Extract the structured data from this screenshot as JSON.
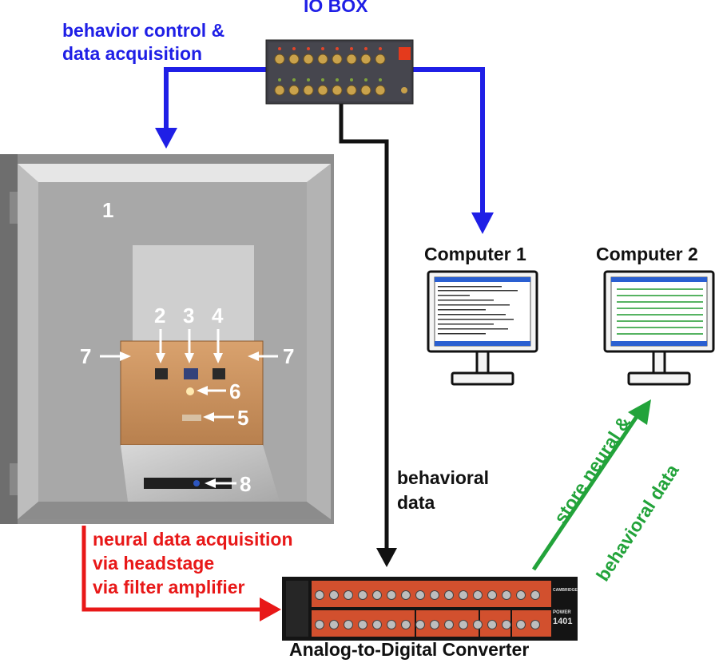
{
  "title": "IO BOX",
  "labels": {
    "behavior_control": [
      "behavior control &",
      "data acquisition"
    ],
    "computer1": "Computer 1",
    "computer2": "Computer 2",
    "behavioral_data": [
      "behavioral",
      "data"
    ],
    "neural": [
      "neural data acquisition",
      "via headstage",
      "via filter amplifier"
    ],
    "store": [
      "store neural &",
      "behavioral data"
    ],
    "adc": "Analog-to-Digital Converter"
  },
  "chamber_numbers": [
    "1",
    "2",
    "3",
    "4",
    "5",
    "6",
    "7",
    "7",
    "8"
  ],
  "adc_text": {
    "brand": "CAMBRIDGE",
    "power": "POWER",
    "model": "1401"
  },
  "colors": {
    "blue": "#1f1fe6",
    "red": "#e81818",
    "green": "#22a33a",
    "black": "#111111",
    "adc_red": "#d2502e"
  }
}
